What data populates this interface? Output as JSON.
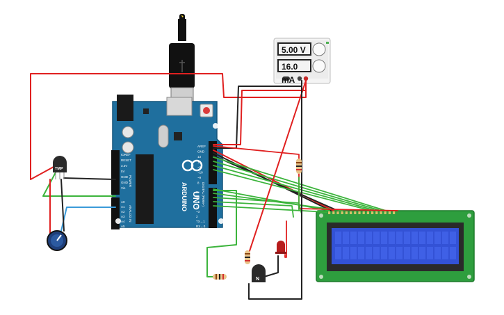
{
  "power_supply": {
    "voltage": "5.00 V",
    "current": "16.0 mA"
  },
  "arduino": {
    "brand": "ARDUINO",
    "model": "UNO",
    "label_power": "POWER",
    "label_analog": "ANALOG IN",
    "label_digital": "DIGITAL (PWM~)",
    "power_pins": [
      "IOREF",
      "RESET",
      "3.3V",
      "5V",
      "GND",
      "GND",
      "Vin"
    ],
    "analog_pins": [
      "A0",
      "A1",
      "A2",
      "A3",
      "A4",
      "A5"
    ],
    "digital_top": [
      "AREF",
      "GND",
      "13",
      "12",
      "~11",
      "~10",
      "~9",
      "8"
    ],
    "digital_bottom": [
      "7",
      "~6",
      "~5",
      "4",
      "~3",
      "2",
      "TX→1",
      "RX←0"
    ]
  },
  "sensor": {
    "label": "TMP"
  },
  "transistor": {
    "label": "N"
  },
  "colors": {
    "board": "#1f6f9e",
    "wire_red": "#e02020",
    "wire_green": "#3cb43c",
    "wire_black": "#222222",
    "wire_blue": "#3a9ad9",
    "lcd_frame": "#2e9e3e",
    "lcd_screen": "#3352d6"
  }
}
